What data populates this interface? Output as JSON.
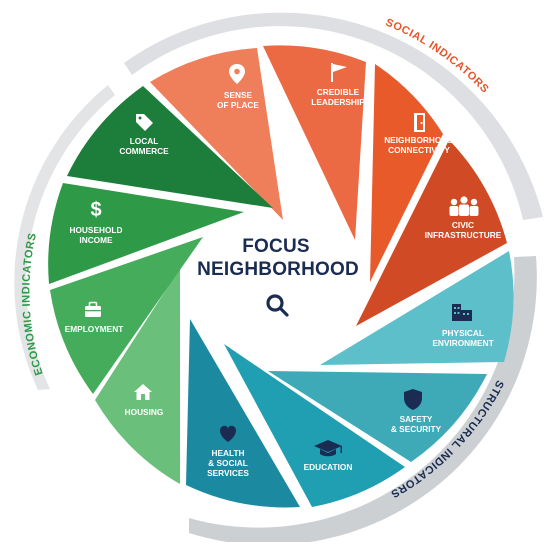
{
  "center": {
    "title_line1": "FOCUS",
    "title_line2": "NEIGHBORHOOD",
    "icon": "magnifier-icon"
  },
  "rings": [
    {
      "id": "social",
      "label": "SOCIAL INDICATORS",
      "color": "#e8542a"
    },
    {
      "id": "structural",
      "label": "STRUCTURAL INDICATORS",
      "color": "#1b2c52"
    },
    {
      "id": "economic",
      "label": "ECONOMIC INDICATORS",
      "color": "#2e9a48"
    }
  ],
  "segments": [
    {
      "id": "sense-of-place",
      "label": [
        "SENSE",
        "OF PLACE"
      ],
      "color": "#ef7f5a",
      "icon": "location-pin-icon"
    },
    {
      "id": "credible-leadership",
      "label": [
        "CREDIBLE",
        "LEADERSHIP"
      ],
      "color": "#ec6a43",
      "icon": "flag-icon"
    },
    {
      "id": "neighborhood-connectivity",
      "label": [
        "NEIGHBORHOOD",
        "CONNECTIVITY"
      ],
      "color": "#e95a2b",
      "icon": "door-icon"
    },
    {
      "id": "civic-infrastructure",
      "label": [
        "CIVIC",
        "INFRASTRUCTURE"
      ],
      "color": "#cf4a25",
      "icon": "people-icon"
    },
    {
      "id": "physical-environment",
      "label": [
        "PHYSICAL",
        "ENVIRONMENT"
      ],
      "color": "#5dbfc9",
      "icon": "buildings-icon"
    },
    {
      "id": "safety-security",
      "label": [
        "SAFETY",
        "& SECURITY"
      ],
      "color": "#3eaab8",
      "icon": "shield-icon"
    },
    {
      "id": "education",
      "label": [
        "EDUCATION"
      ],
      "color": "#1f9fb1",
      "icon": "graduation-cap-icon"
    },
    {
      "id": "health-social-services",
      "label": [
        "HEALTH",
        "& SOCIAL",
        "SERVICES"
      ],
      "color": "#1b8aa1",
      "icon": "heart-icon"
    },
    {
      "id": "housing",
      "label": [
        "HOUSING"
      ],
      "color": "#6ac07a",
      "icon": "house-icon"
    },
    {
      "id": "employment",
      "label": [
        "EMPLOYMENT"
      ],
      "color": "#44ac5a",
      "icon": "briefcase-icon"
    },
    {
      "id": "household-income",
      "label": [
        "HOUSEHOLD",
        "INCOME"
      ],
      "color": "#2e9a48",
      "icon": "dollar-icon"
    },
    {
      "id": "local-commerce",
      "label": [
        "LOCAL",
        "COMMERCE"
      ],
      "color": "#1d7d3a",
      "icon": "tag-icon"
    }
  ]
}
